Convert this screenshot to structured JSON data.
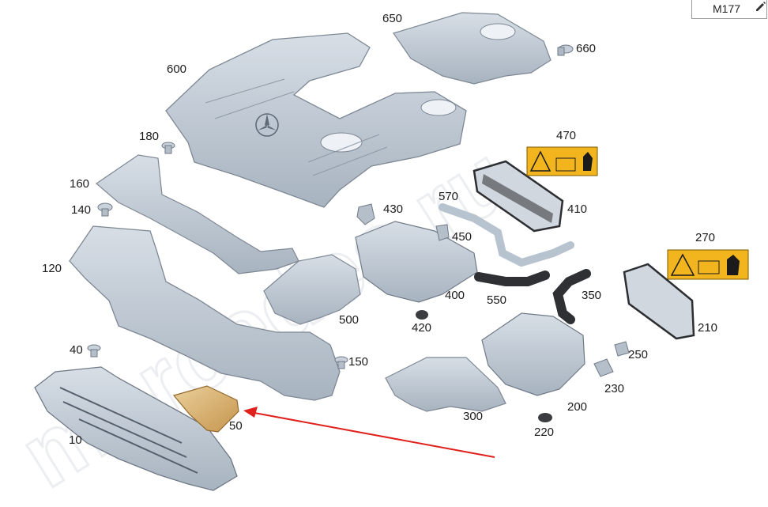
{
  "diagram": {
    "model_code": "M177",
    "watermark_text": "mercedes.ru",
    "part_callouts": [
      {
        "id": "part-650",
        "label": "650"
      },
      {
        "id": "part-660",
        "label": "660"
      },
      {
        "id": "part-600",
        "label": "600"
      },
      {
        "id": "part-180",
        "label": "180"
      },
      {
        "id": "part-470",
        "label": "470"
      },
      {
        "id": "part-160",
        "label": "160"
      },
      {
        "id": "part-570",
        "label": "570"
      },
      {
        "id": "part-430",
        "label": "430"
      },
      {
        "id": "part-410",
        "label": "410"
      },
      {
        "id": "part-140",
        "label": "140"
      },
      {
        "id": "part-450",
        "label": "450"
      },
      {
        "id": "part-270",
        "label": "270"
      },
      {
        "id": "part-120",
        "label": "120"
      },
      {
        "id": "part-400",
        "label": "400"
      },
      {
        "id": "part-350",
        "label": "350"
      },
      {
        "id": "part-550",
        "label": "550"
      },
      {
        "id": "part-500",
        "label": "500"
      },
      {
        "id": "part-420",
        "label": "420"
      },
      {
        "id": "part-210",
        "label": "210"
      },
      {
        "id": "part-40",
        "label": "40"
      },
      {
        "id": "part-150",
        "label": "150"
      },
      {
        "id": "part-250",
        "label": "250"
      },
      {
        "id": "part-230",
        "label": "230"
      },
      {
        "id": "part-200",
        "label": "200"
      },
      {
        "id": "part-300",
        "label": "300"
      },
      {
        "id": "part-50",
        "label": "50"
      },
      {
        "id": "part-10",
        "label": "10"
      },
      {
        "id": "part-220",
        "label": "220"
      }
    ],
    "highlighted_part": "50",
    "colors": {
      "part_fill": "#b7c3cf",
      "part_stroke": "#7d8894",
      "highlight_fill": "#d9b06a",
      "arrow": "#e0201c",
      "warning_label": "#f3b51e",
      "dark_component": "#3a3c40"
    },
    "icons": [
      "edit-icon",
      "high-voltage-warning-icon",
      "manual-icon",
      "hand-warning-icon",
      "mercedes-star-icon"
    ]
  }
}
